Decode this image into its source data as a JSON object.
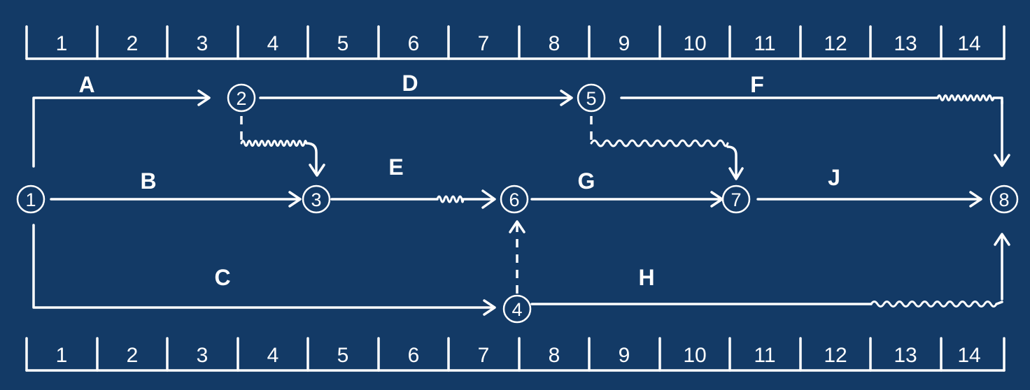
{
  "diagram": {
    "type": "time-scaled network diagram",
    "colors": {
      "background": "#133a66",
      "foreground": "#ffffff"
    },
    "top_scale": [
      "1",
      "2",
      "3",
      "4",
      "5",
      "6",
      "7",
      "8",
      "9",
      "10",
      "11",
      "12",
      "13",
      "14"
    ],
    "bottom_scale": [
      "1",
      "2",
      "3",
      "4",
      "5",
      "6",
      "7",
      "8",
      "9",
      "10",
      "11",
      "12",
      "13",
      "14"
    ],
    "nodes": [
      {
        "id": "1",
        "label": "1"
      },
      {
        "id": "2",
        "label": "2"
      },
      {
        "id": "3",
        "label": "3"
      },
      {
        "id": "4",
        "label": "4"
      },
      {
        "id": "5",
        "label": "5"
      },
      {
        "id": "6",
        "label": "6"
      },
      {
        "id": "7",
        "label": "7"
      },
      {
        "id": "8",
        "label": "8"
      }
    ],
    "activities": [
      {
        "label": "A",
        "from": "1",
        "to": "2"
      },
      {
        "label": "B",
        "from": "1",
        "to": "3"
      },
      {
        "label": "C",
        "from": "1",
        "to": "4"
      },
      {
        "label": "D",
        "from": "2",
        "to": "5"
      },
      {
        "label": "E",
        "from": "3",
        "to": "6"
      },
      {
        "label": "F",
        "from": "5",
        "to": "8"
      },
      {
        "label": "G",
        "from": "6",
        "to": "7"
      },
      {
        "label": "H",
        "from": "4",
        "to": "8"
      },
      {
        "label": "J",
        "from": "7",
        "to": "8"
      }
    ],
    "dummy_activities": [
      {
        "from": "2",
        "to": "3"
      },
      {
        "from": "4",
        "to": "6"
      },
      {
        "from": "5",
        "to": "7"
      }
    ]
  }
}
